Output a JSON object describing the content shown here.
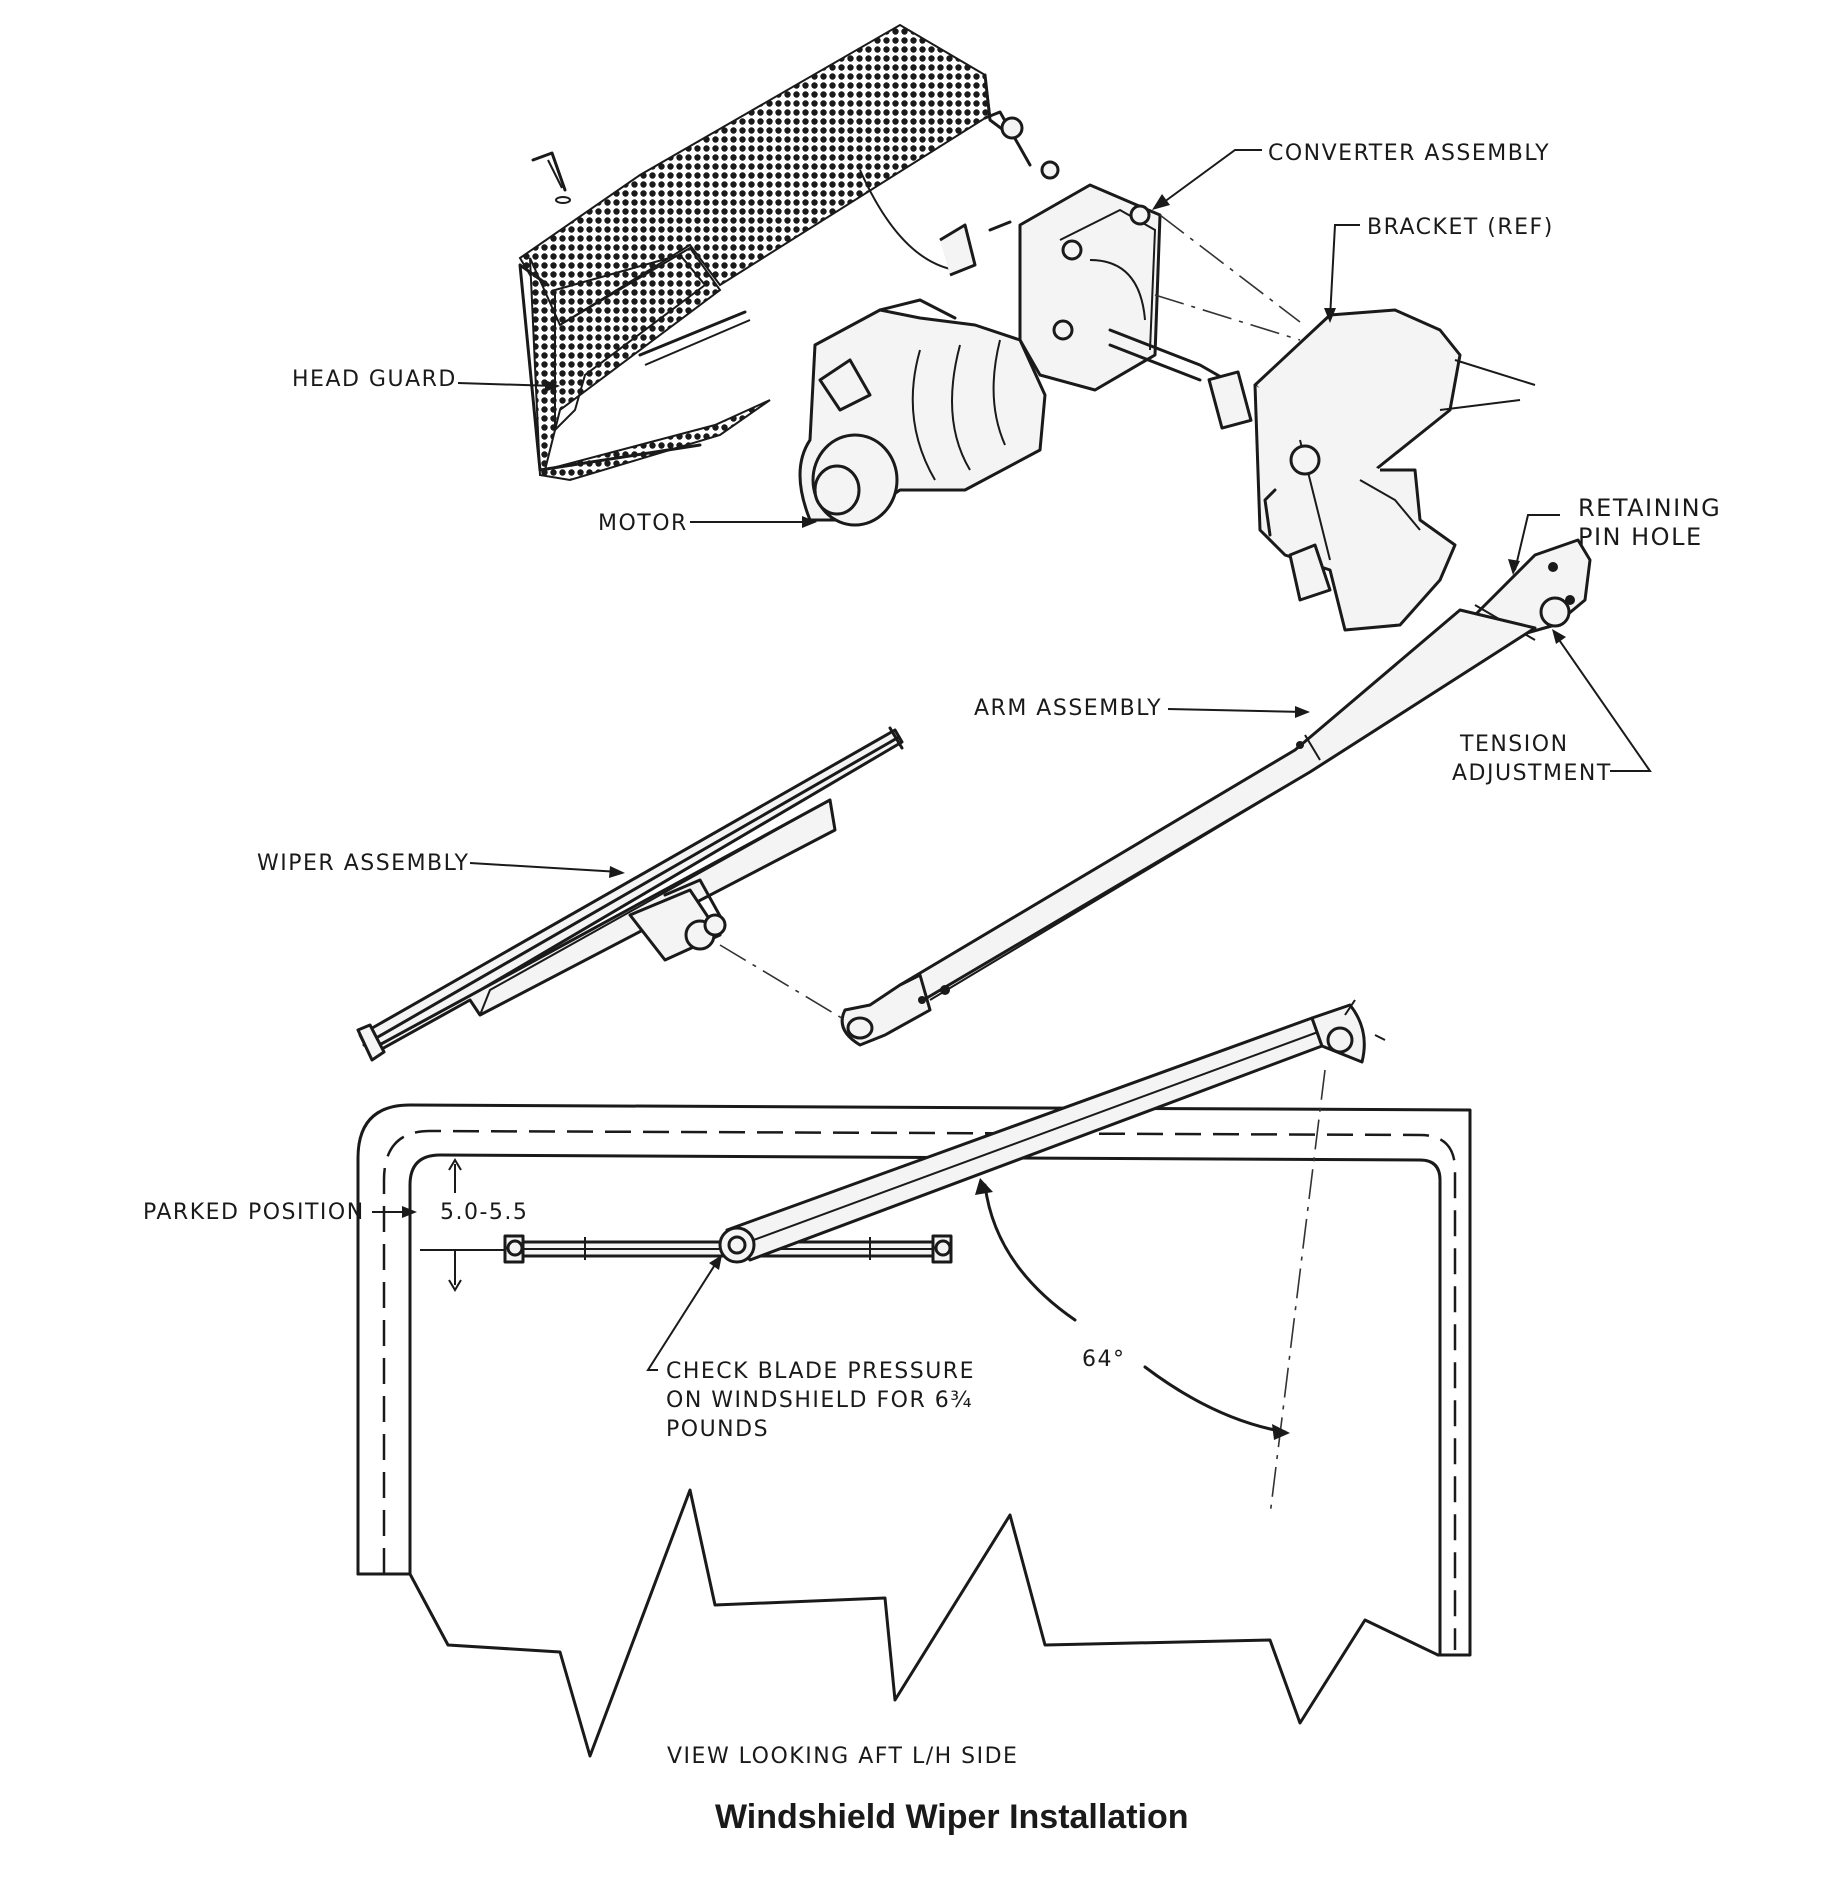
{
  "labels": {
    "converter_assembly": "CONVERTER ASSEMBLY",
    "bracket_ref": "BRACKET (REF)",
    "head_guard": "HEAD GUARD",
    "motor": "MOTOR",
    "retaining_pin_hole_1": "RETAINING",
    "retaining_pin_hole_2": "PIN HOLE",
    "arm_assembly": "ARM ASSEMBLY",
    "tension_adjustment_1": "TENSION",
    "tension_adjustment_2": "ADJUSTMENT",
    "wiper_assembly": "WIPER ASSEMBLY",
    "parked_position": "PARKED POSITION",
    "parked_dimension": "5.0-5.5",
    "check_blade_1": "CHECK BLADE PRESSURE",
    "check_blade_2": "ON WINDSHIELD FOR 6¾",
    "check_blade_3": "POUNDS",
    "angle": "64°",
    "view_label": "VIEW LOOKING AFT L/H SIDE"
  },
  "caption": "Windshield Wiper Installation"
}
